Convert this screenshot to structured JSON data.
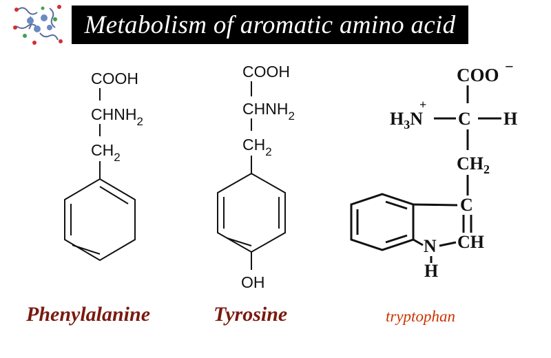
{
  "title": "Metabolism of aromatic amino acid",
  "molecules": {
    "phenylalanine": {
      "name": "Phenylalanine",
      "carboxyl": "COOH",
      "amine_prefix": "CHNH",
      "amine_sub": "2",
      "methylene": "CH",
      "methylene_sub": "2"
    },
    "tyrosine": {
      "name": "Tyrosine",
      "carboxyl": "COOH",
      "amine_prefix": "CHNH",
      "amine_sub": "2",
      "methylene": "CH",
      "methylene_sub": "2",
      "hydroxyl": "OH"
    },
    "tryptophan": {
      "name": "tryptophan",
      "carboxylate": "COO",
      "carboxylate_charge": "−",
      "ammonium": "H",
      "ammonium_sub": "3",
      "ammonium_n": "N",
      "ammonium_charge": "+",
      "alpha_c": "C",
      "alpha_h": "H",
      "methylene": "CH",
      "methylene_sub": "2",
      "ring_c": "C",
      "ring_ch": "CH",
      "ring_n": "N",
      "ring_nh": "H"
    }
  },
  "colors": {
    "title_bg": "#000000",
    "title_fg": "#ffffff",
    "name_main": "#7a1a10",
    "name_trp": "#cc3300"
  }
}
